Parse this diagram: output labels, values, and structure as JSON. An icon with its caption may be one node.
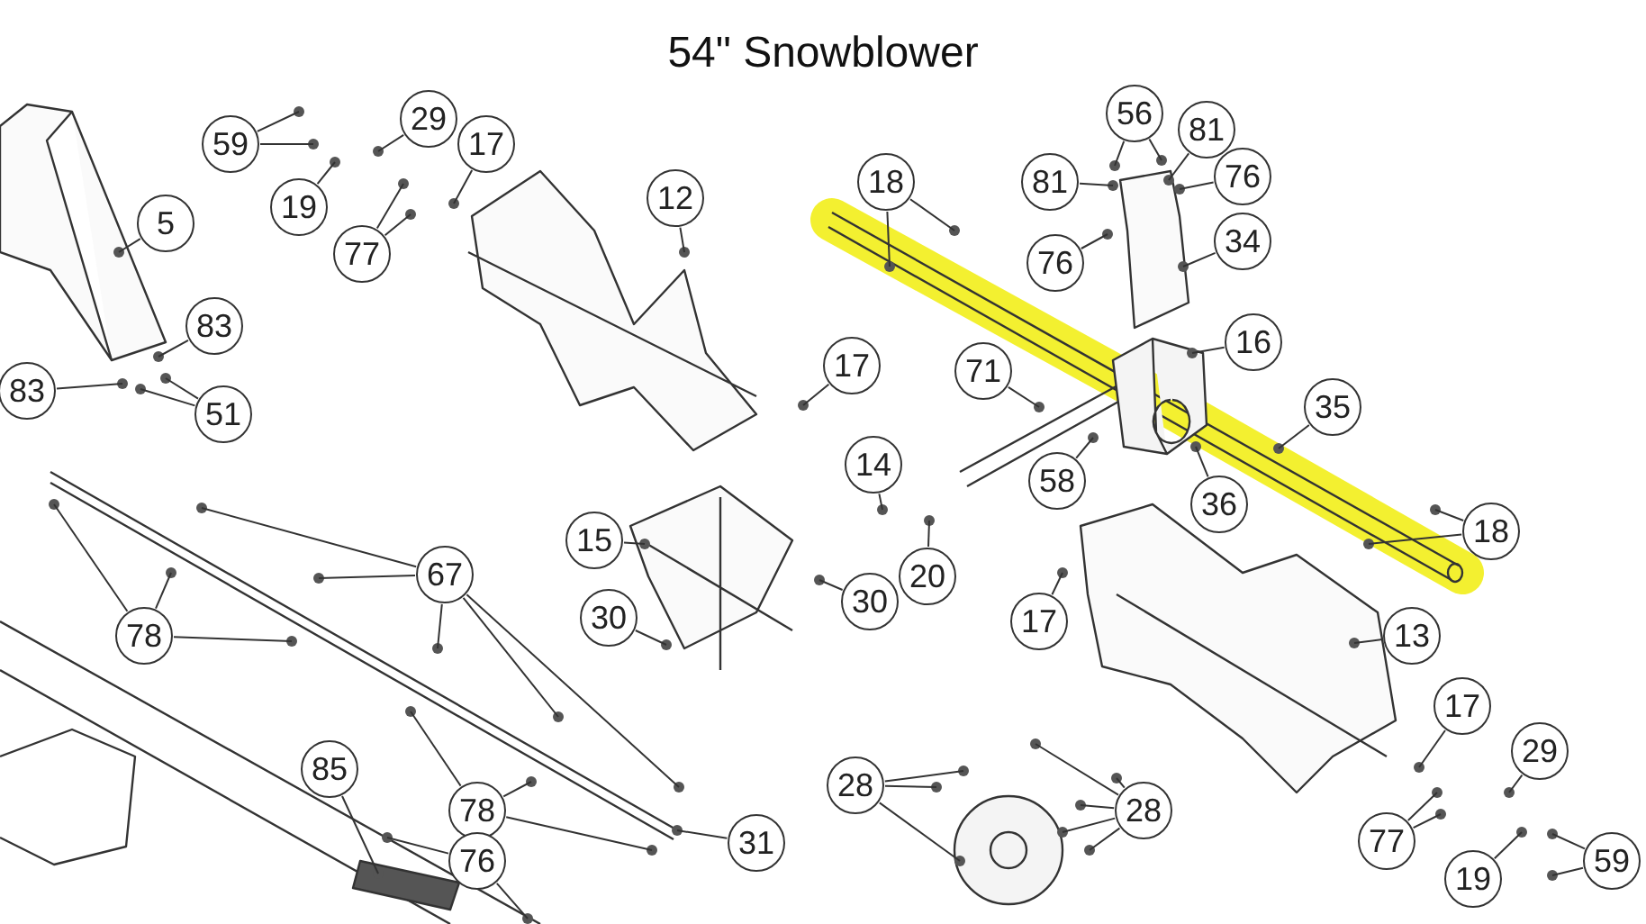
{
  "diagram": {
    "title": "54\" Snowblower",
    "nodes": [
      {
        "text": [
          "56"
        ]
      },
      {
        "text": [
          "81"
        ]
      },
      {
        "text": [
          "59"
        ]
      },
      {
        "text": [
          "29"
        ]
      },
      {
        "text": [
          "17"
        ]
      },
      {
        "text": [
          "81"
        ]
      },
      {
        "text": [
          "76"
        ]
      },
      {
        "text": [
          "18"
        ]
      },
      {
        "text": [
          "19"
        ]
      },
      {
        "text": [
          "77"
        ]
      },
      {
        "text": [
          "12"
        ]
      },
      {
        "text": [
          "5"
        ]
      },
      {
        "text": [
          "76"
        ]
      },
      {
        "text": [
          "34"
        ]
      },
      {
        "text": [
          "16"
        ]
      },
      {
        "text": [
          "83"
        ]
      },
      {
        "text": [
          "71"
        ]
      },
      {
        "text": [
          "17"
        ]
      },
      {
        "text": [
          "83"
        ]
      },
      {
        "text": [
          "51"
        ]
      },
      {
        "text": [
          "35"
        ]
      },
      {
        "text": [
          "58"
        ]
      },
      {
        "text": [
          "36"
        ]
      },
      {
        "text": [
          "14"
        ]
      },
      {
        "text": [
          "15"
        ]
      },
      {
        "text": [
          "18"
        ]
      },
      {
        "text": [
          "20"
        ]
      },
      {
        "text": [
          "67"
        ]
      },
      {
        "text": [
          "30"
        ]
      },
      {
        "text": [
          "78"
        ]
      },
      {
        "text": [
          "30"
        ]
      },
      {
        "text": [
          "13"
        ]
      },
      {
        "text": [
          "17"
        ]
      },
      {
        "text": [
          "85"
        ]
      },
      {
        "text": [
          "17"
        ]
      },
      {
        "text": [
          "29"
        ]
      },
      {
        "text": [
          "28"
        ]
      },
      {
        "text": [
          "28"
        ]
      },
      {
        "text": [
          "78"
        ]
      },
      {
        "text": [
          "31"
        ]
      },
      {
        "text": [
          "77"
        ]
      },
      {
        "text": [
          "76"
        ]
      },
      {
        "text": [
          "19"
        ]
      },
      {
        "text": [
          "59"
        ]
      }
    ],
    "edges": [
      {
        "from": 0,
        "to": null,
        "arrow": "none"
      },
      {
        "from": 0,
        "to": null,
        "arrow": "none"
      },
      {
        "from": 1,
        "to": null,
        "arrow": "none"
      },
      {
        "from": 2,
        "to": null,
        "arrow": "none"
      },
      {
        "from": 2,
        "to": null,
        "arrow": "none"
      },
      {
        "from": 3,
        "to": null,
        "arrow": "none"
      },
      {
        "from": 4,
        "to": null,
        "arrow": "none"
      },
      {
        "from": 5,
        "to": null,
        "arrow": "none"
      },
      {
        "from": 6,
        "to": null,
        "arrow": "none"
      },
      {
        "from": 7,
        "to": null,
        "arrow": "none"
      },
      {
        "from": 7,
        "to": null,
        "arrow": "none"
      },
      {
        "from": 8,
        "to": null,
        "arrow": "none"
      },
      {
        "from": 9,
        "to": null,
        "arrow": "none"
      },
      {
        "from": 9,
        "to": null,
        "arrow": "none"
      },
      {
        "from": 10,
        "to": null,
        "arrow": "none"
      },
      {
        "from": 11,
        "to": null,
        "arrow": "none"
      },
      {
        "from": 12,
        "to": null,
        "arrow": "none"
      },
      {
        "from": 13,
        "to": null,
        "arrow": "none"
      },
      {
        "from": 14,
        "to": null,
        "arrow": "none"
      },
      {
        "from": 15,
        "to": null,
        "arrow": "none"
      },
      {
        "from": 16,
        "to": null,
        "arrow": "none"
      },
      {
        "from": 17,
        "to": null,
        "arrow": "none"
      },
      {
        "from": 18,
        "to": null,
        "arrow": "none"
      },
      {
        "from": 19,
        "to": null,
        "arrow": "none"
      },
      {
        "from": 19,
        "to": null,
        "arrow": "none"
      },
      {
        "from": 20,
        "to": null,
        "arrow": "none"
      },
      {
        "from": 21,
        "to": null,
        "arrow": "none"
      },
      {
        "from": 22,
        "to": null,
        "arrow": "none"
      },
      {
        "from": 23,
        "to": null,
        "arrow": "none"
      },
      {
        "from": 24,
        "to": null,
        "arrow": "none"
      },
      {
        "from": 25,
        "to": null,
        "arrow": "none"
      },
      {
        "from": 25,
        "to": null,
        "arrow": "none"
      },
      {
        "from": 26,
        "to": null,
        "arrow": "none"
      },
      {
        "from": 27,
        "to": null,
        "arrow": "none"
      },
      {
        "from": 27,
        "to": null,
        "arrow": "none"
      },
      {
        "from": 27,
        "to": null,
        "arrow": "none"
      },
      {
        "from": 27,
        "to": null,
        "arrow": "none"
      },
      {
        "from": 27,
        "to": null,
        "arrow": "none"
      },
      {
        "from": 28,
        "to": null,
        "arrow": "none"
      },
      {
        "from": 29,
        "to": null,
        "arrow": "none"
      },
      {
        "from": 29,
        "to": null,
        "arrow": "none"
      },
      {
        "from": 29,
        "to": null,
        "arrow": "none"
      },
      {
        "from": 30,
        "to": null,
        "arrow": "none"
      },
      {
        "from": 31,
        "to": null,
        "arrow": "none"
      },
      {
        "from": 32,
        "to": null,
        "arrow": "none"
      },
      {
        "from": 33,
        "to": null,
        "arrow": "none"
      },
      {
        "from": 34,
        "to": null,
        "arrow": "none"
      },
      {
        "from": 35,
        "to": null,
        "arrow": "none"
      },
      {
        "from": 36,
        "to": null,
        "arrow": "none"
      },
      {
        "from": 36,
        "to": null,
        "arrow": "none"
      },
      {
        "from": 36,
        "to": null,
        "arrow": "none"
      },
      {
        "from": 37,
        "to": null,
        "arrow": "none"
      },
      {
        "from": 37,
        "to": null,
        "arrow": "none"
      },
      {
        "from": 37,
        "to": null,
        "arrow": "none"
      },
      {
        "from": 37,
        "to": null,
        "arrow": "none"
      },
      {
        "from": 37,
        "to": null,
        "arrow": "none"
      },
      {
        "from": 38,
        "to": null,
        "arrow": "none"
      },
      {
        "from": 38,
        "to": null,
        "arrow": "none"
      },
      {
        "from": 38,
        "to": null,
        "arrow": "none"
      },
      {
        "from": 39,
        "to": null,
        "arrow": "none"
      },
      {
        "from": 40,
        "to": null,
        "arrow": "none"
      },
      {
        "from": 40,
        "to": null,
        "arrow": "none"
      },
      {
        "from": 41,
        "to": null,
        "arrow": "none"
      },
      {
        "from": 41,
        "to": null,
        "arrow": "none"
      },
      {
        "from": 42,
        "to": null,
        "arrow": "none"
      },
      {
        "from": 43,
        "to": null,
        "arrow": "none"
      },
      {
        "from": 43,
        "to": null,
        "arrow": "none"
      }
    ]
  }
}
